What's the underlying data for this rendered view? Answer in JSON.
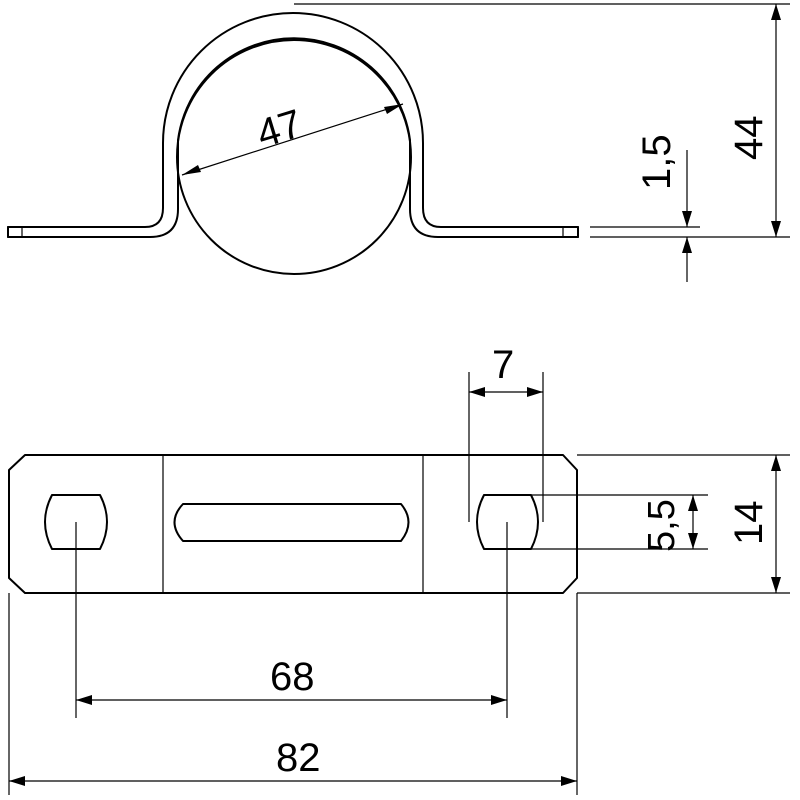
{
  "drawing": {
    "title": "",
    "units": "",
    "dimensions": {
      "pipe_diameter": "47",
      "total_height": "44",
      "material_thickness": "1,5",
      "hole_width": "7",
      "hole_height": "5,5",
      "strap_width": "14",
      "hole_spacing": "68",
      "overall_length": "82"
    }
  }
}
